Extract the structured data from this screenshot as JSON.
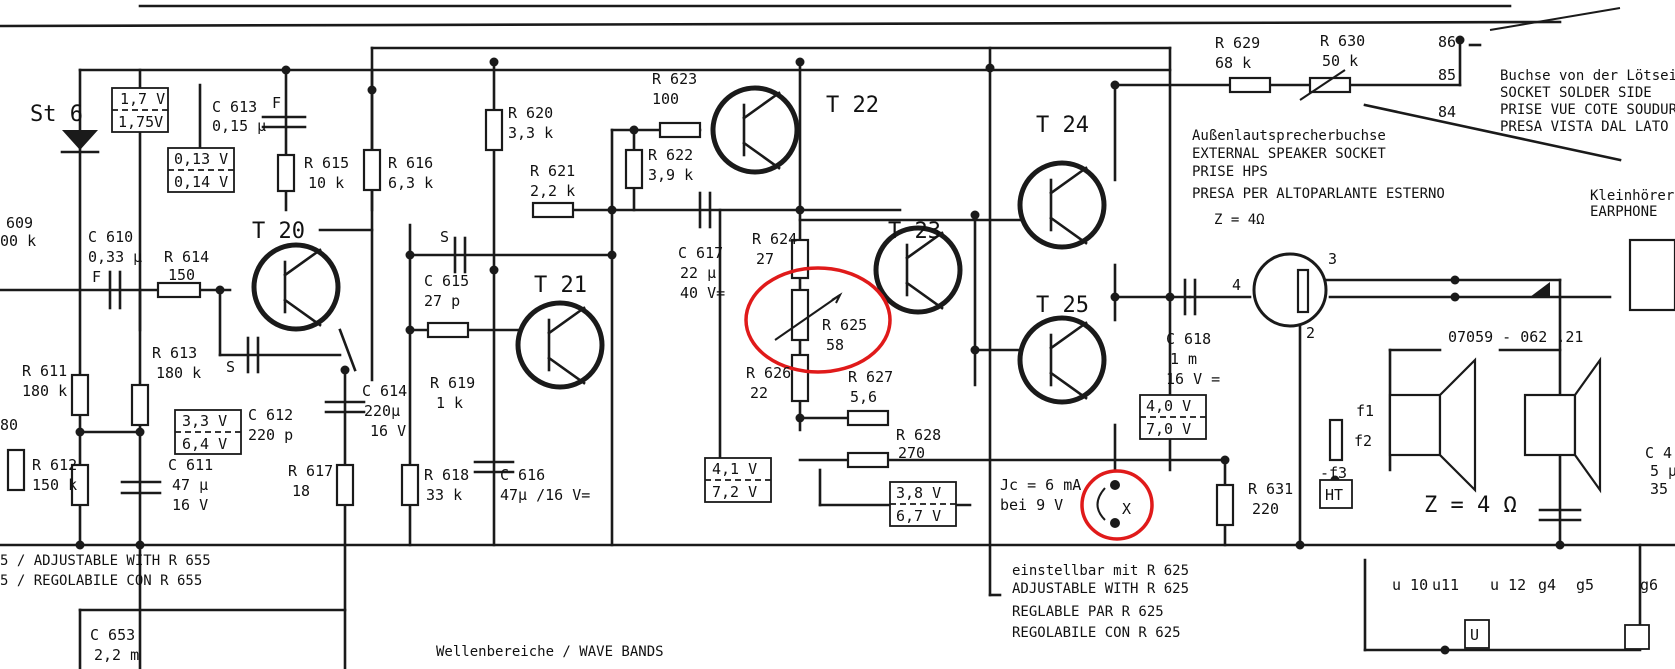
{
  "labels": {
    "st6": "St 6",
    "c613": [
      "C 613",
      "0,15 µ"
    ],
    "c613_f": "F",
    "r615": [
      "R 615",
      "10 k"
    ],
    "r616": [
      "R 616",
      "6,3 k"
    ],
    "r620": [
      "R 620",
      "3,3 k"
    ],
    "r623": [
      "R 623",
      "100"
    ],
    "r621": [
      "R 621",
      "2,2 k"
    ],
    "r622": [
      "R 622",
      "3,9 k"
    ],
    "t22": "T 22",
    "t24": "T 24",
    "t23": "T 23",
    "t25": "T 25",
    "t20": "T 20",
    "t21": "T 21",
    "r629": [
      "R 629",
      "68 k"
    ],
    "r630": [
      "R 630",
      "50 k"
    ],
    "p86": "86",
    "p85": "85",
    "p84": "84",
    "r609": [
      "609",
      "00 k"
    ],
    "c610": [
      "C 610",
      "0,33 µ"
    ],
    "c610_f": "F",
    "r614": [
      "R 614",
      "150"
    ],
    "r613": [
      "R 613",
      "180 k"
    ],
    "c615": [
      "C 615",
      "27 p"
    ],
    "c615_s": "S",
    "c612_s": "S",
    "c612": [
      "C 612",
      "220 p"
    ],
    "c614": [
      "C 614",
      "220µ",
      "16 V"
    ],
    "r619": [
      "R 619",
      "1 k"
    ],
    "c617": [
      "C 617",
      "22 µ",
      "40 V="
    ],
    "r624": [
      "R 624",
      "27"
    ],
    "r625": [
      "R 625",
      "58"
    ],
    "r626": [
      "R 626",
      "22"
    ],
    "r627": [
      "R 627",
      "5,6"
    ],
    "r628": [
      "R 628",
      "270"
    ],
    "c618": [
      "C 618",
      "1 m",
      "16 V ="
    ],
    "pin3": "3",
    "pin4": "4",
    "pin2": "2",
    "part_no": "07059 - 062 .21",
    "r611": [
      "R 611",
      "180 k"
    ],
    "r612": [
      "R 612",
      "150 k"
    ],
    "r80": "80",
    "c611": [
      "C 611",
      "47 µ",
      "16 V"
    ],
    "r617": [
      "R 617",
      "18"
    ],
    "r618": [
      "R 618",
      "33 k"
    ],
    "c616": [
      "C 616",
      "47µ /16 V="
    ],
    "r631": [
      "R 631",
      "220"
    ],
    "jc": [
      "Jc = 6 mA",
      "bei 9 V"
    ],
    "x": "X",
    "f1": "f1",
    "f2": "f2",
    "f3": "-f3",
    "ht": "HT",
    "z": "Z = 4 Ω",
    "c4": [
      "C 4",
      "5 µ",
      "35"
    ],
    "u10": "u 10",
    "u11": "u11",
    "u12": "u 12",
    "g4": "g4",
    "g5": "g5",
    "g6": "g6",
    "u": "U",
    "c653": [
      "C 653",
      "2,2 m"
    ]
  },
  "voltages": {
    "v1": [
      "1,7 V",
      "1,75V"
    ],
    "v2": [
      "0,13 V",
      "0,14 V"
    ],
    "v3": [
      "3,3 V",
      "6,4 V"
    ],
    "v4": [
      "4,1 V",
      "7,2 V"
    ],
    "v5": [
      "3,8 V",
      "6,7 V"
    ],
    "v6": [
      "4,0 V",
      "7,0 V"
    ]
  },
  "notes": {
    "socket": [
      "Buchse von der Lötseite",
      "SOCKET  SOLDER  SIDE",
      "PRISE  VUE  COTE  SOUDURE",
      "PRESA  VISTA  DAL  LATO"
    ],
    "ext": [
      "Außenlautsprecherbuchse",
      "EXTERNAL  SPEAKER  SOCKET",
      "PRISE  HPS",
      "PRESA  PER  ALTOPARLANTE  ESTERNO",
      "Z = 4Ω"
    ],
    "earphone": [
      "Kleinhörer",
      "EARPHONE"
    ],
    "adj_left": [
      "5  / ADJUSTABLE  WITH  R  655",
      "5  / REGOLABILE  CON  R  655"
    ],
    "adj_right": [
      "einstellbar  mit  R  625",
      "ADJUSTABLE  WITH  R 625",
      "REGLABLE   PAR  R  625",
      "REGOLABILE   CON  R  625"
    ],
    "wave": "Wellenbereiche  /  WAVE  BANDS"
  }
}
